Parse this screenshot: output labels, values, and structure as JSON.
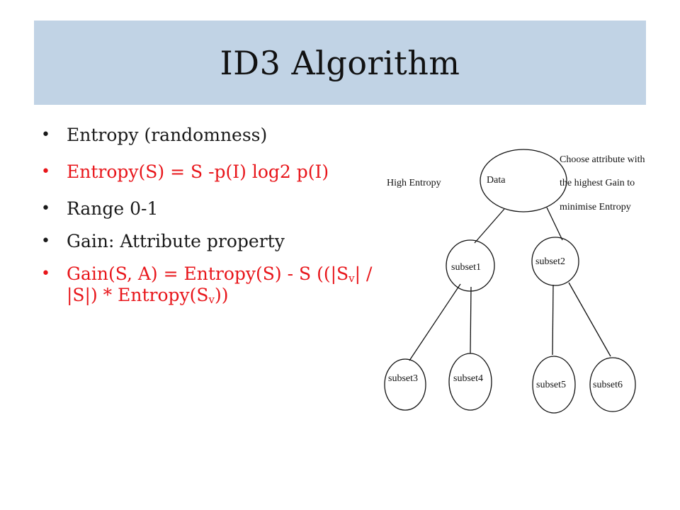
{
  "slide": {
    "title": "ID3 Algorithm",
    "bullets": [
      {
        "text": "Entropy (randomness)",
        "color": "#1a1a1a"
      },
      {
        "text": "Entropy(S) = S -p(I) log2 p(I)",
        "color": "#e8151a"
      },
      {
        "text": "Range  0-1",
        "color": "#1a1a1a"
      },
      {
        "text": "Gain: Attribute property",
        "color": "#1a1a1a"
      },
      {
        "text_parts": [
          "Gain(S, A) = Entropy(S) - S ((|S",
          "v",
          "| / |S|) * Entropy(S",
          "v",
          "))"
        ],
        "color": "#e8151a"
      }
    ]
  },
  "diagram": {
    "left_label": "High Entropy",
    "right_label_lines": [
      "Choose attribute with",
      "the highest Gain to",
      "minimise Entropy"
    ],
    "nodes": {
      "root": "Data",
      "subset1": "subset1",
      "subset2": "subset2",
      "subset3": "subset3",
      "subset4": "subset4",
      "subset5": "subset5",
      "subset6": "subset6"
    }
  }
}
